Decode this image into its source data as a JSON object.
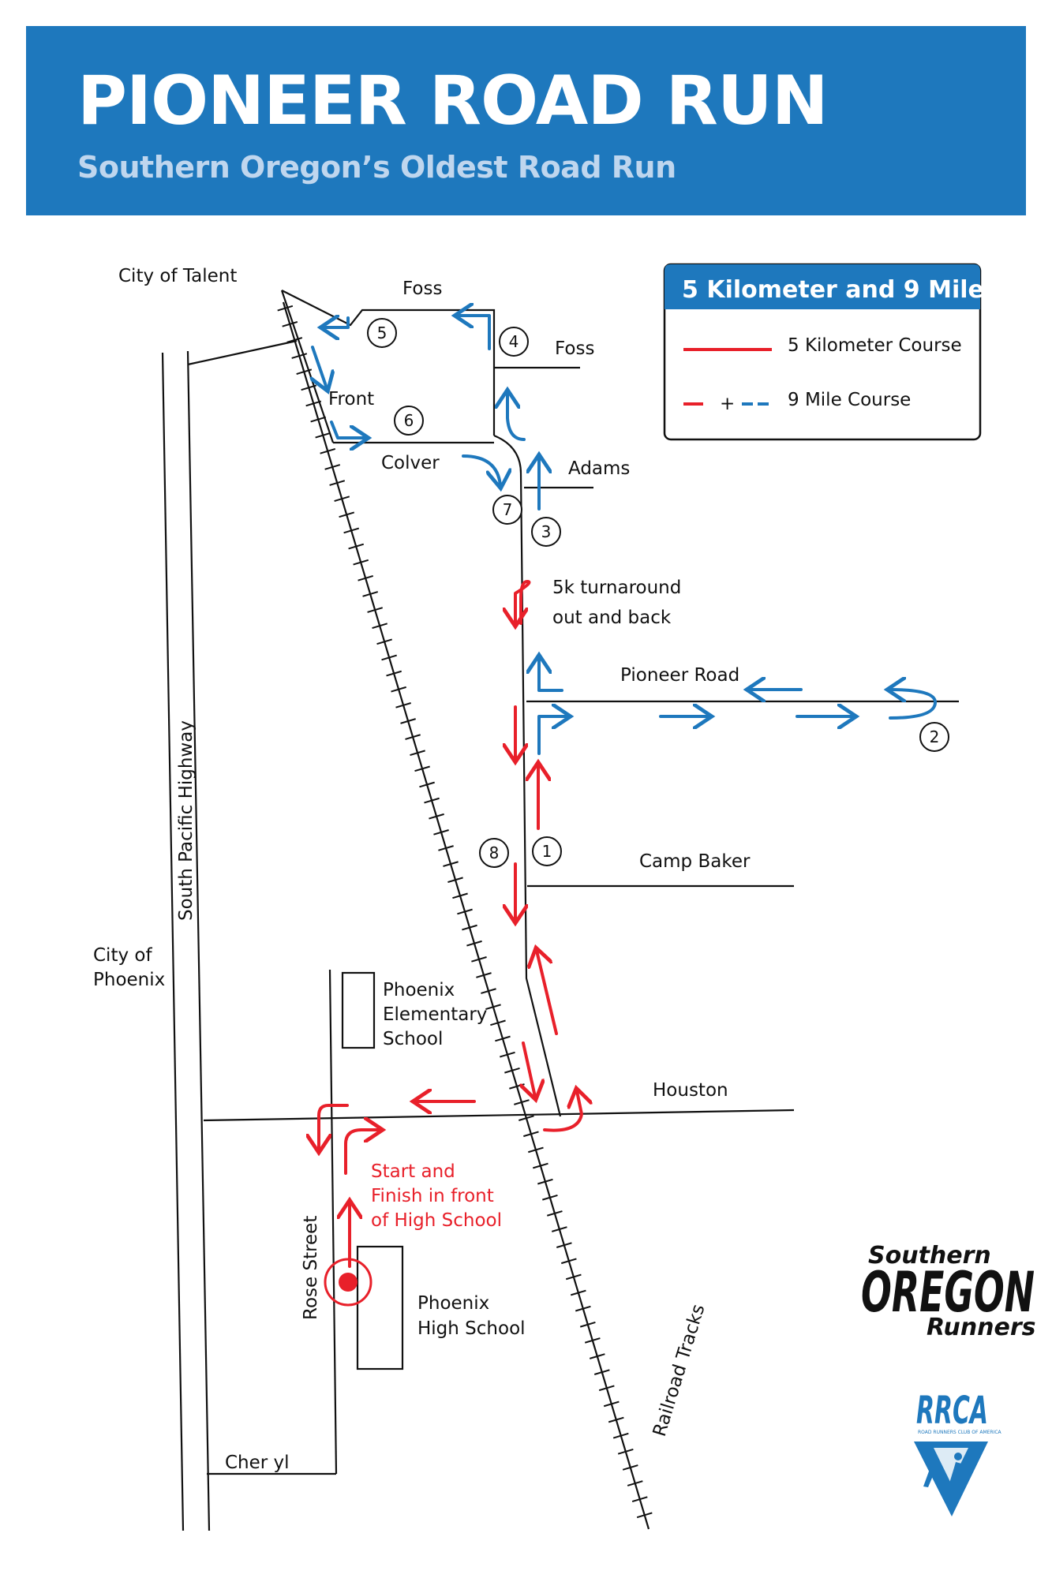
{
  "banner": {
    "title": "PIONEER ROAD RUN",
    "subtitle": "Southern Oregon’s Oldest Road Run",
    "color": "#1e78bd"
  },
  "legend": {
    "title": "5 Kilometer and 9 Mile",
    "item_5k": "5 Kilometer Course",
    "item_9mile": "9 Mile Course",
    "plus": "+"
  },
  "colors": {
    "five_k": "#e8202a",
    "nine_mile": "#1e78bd",
    "roads": "#111111"
  },
  "labels": {
    "city_talent": "City of Talent",
    "foss_top": "Foss",
    "foss_right": "Foss",
    "front": "Front",
    "colver": "Colver",
    "adams": "Adams",
    "turnaround_1": "5k turnaround",
    "turnaround_2": "out and back",
    "pioneer_road": "Pioneer Road",
    "camp_baker": "Camp Baker",
    "south_pacific": "South Pacific Highway",
    "city_phoenix_1": "City of",
    "city_phoenix_2": "Phoenix",
    "elem_1": "Phoenix",
    "elem_2": "Elementary",
    "elem_3": "School",
    "houston": "Houston",
    "start_1": "Start and",
    "start_2": "Finish in front",
    "start_3": "of High School",
    "rose_street": "Rose Street",
    "high_1": "Phoenix",
    "high_2": "High School",
    "railroad": "Railroad Tracks",
    "cheryl": "Cher yl"
  },
  "checkpoints": [
    "1",
    "2",
    "3",
    "4",
    "5",
    "6",
    "7",
    "8"
  ],
  "logos": {
    "sor_1": "Southern",
    "sor_2": "OREGON",
    "sor_3": "Runners",
    "rrca": "RRCA",
    "rrca_sub": "ROAD RUNNERS CLUB OF AMERICA"
  }
}
